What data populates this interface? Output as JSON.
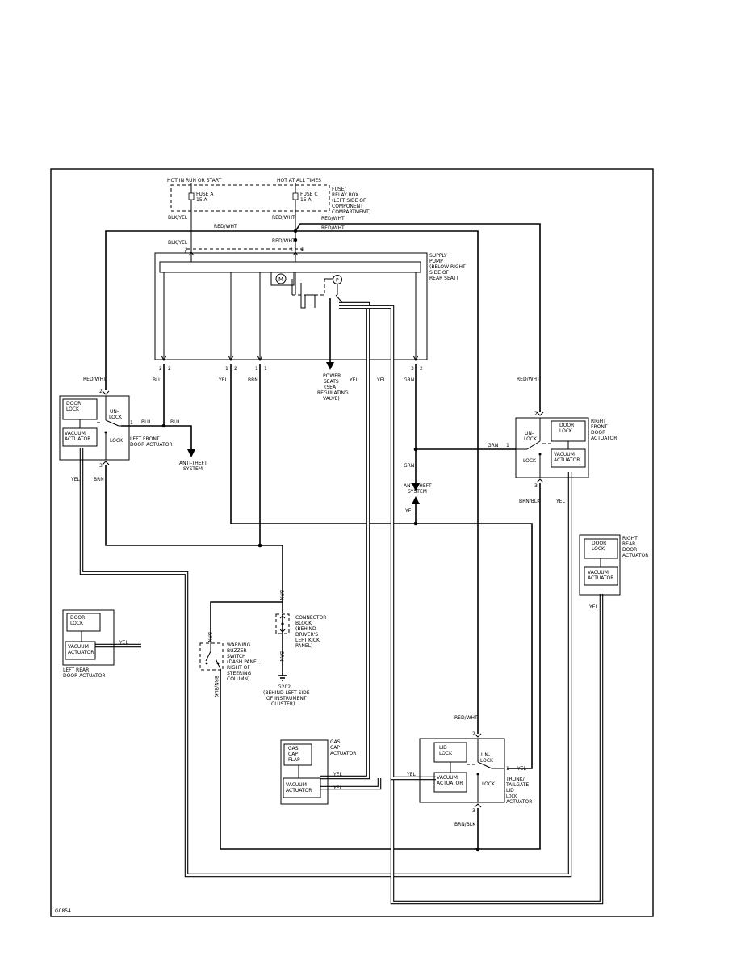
{
  "labels": {
    "hot_run_start": "HOT IN RUN OR START",
    "hot_all_times": "HOT AT ALL TIMES",
    "fuse_a": [
      "FUSE A",
      "15 A"
    ],
    "fuse_c": [
      "FUSE C",
      "15 A"
    ],
    "fuse_box": [
      "FUSE/",
      "RELAY BOX",
      "(LEFT SIDE OF",
      "COMPONENT",
      "COMPARTMENT)"
    ],
    "supply_pump": [
      "SUPPLY",
      "PUMP",
      "(BELOW RIGHT",
      "SIDE OF",
      "REAR SEAT)"
    ],
    "power_seats": [
      "POWER",
      "SEATS",
      "(SEAT",
      "REGULATING",
      "VALVE)"
    ],
    "door_lock": [
      "DOOR",
      "LOCK"
    ],
    "vacuum_actuator": [
      "VACUUM",
      "ACTUATOR"
    ],
    "unlock": [
      "UN-",
      "LOCK"
    ],
    "lock": "LOCK",
    "left_front_door_actuator": [
      "LEFT FRONT",
      "DOOR ACTUATOR"
    ],
    "right_front_door_actuator": [
      "RIGHT",
      "FRONT",
      "DOOR",
      "ACTUATOR"
    ],
    "right_rear_door_actuator": [
      "RIGHT",
      "REAR",
      "DOOR",
      "ACTUATOR"
    ],
    "left_rear_door_actuator": [
      "LEFT REAR",
      "DOOR ACTUATOR"
    ],
    "anti_theft_left": [
      "ANTI-THEFT",
      "SYSTEM"
    ],
    "anti_theft_center": [
      "ANTI-THEFT",
      "SYSTEM"
    ],
    "connector_block": [
      "CONNECTOR",
      "BLOCK",
      "(BEHIND",
      "DRIVER'S",
      "LEFT KICK",
      "PANEL)"
    ],
    "warning_buzzer": [
      "WARNING",
      "BUZZER",
      "SWITCH",
      "(DASH PANEL,",
      "RIGHT OF",
      "STEERING",
      "COLUMN)"
    ],
    "ground": [
      "G202",
      "(BEHIND LEFT SIDE",
      "OF INSTRUMENT",
      "CLUSTER)"
    ],
    "gas_cap_flap": [
      "GAS",
      "CAP",
      "FLAP"
    ],
    "gas_cap_actuator": [
      "GAS",
      "CAP",
      "ACTUATOR"
    ],
    "lid_lock": [
      "LID",
      "LOCK"
    ],
    "trunk_actuator": [
      "TRUNK/",
      "TAILGATE",
      "LID",
      "LOCK",
      "ACTUATOR"
    ],
    "fig_id": "G0854",
    "motor": "M",
    "pressure": "P"
  },
  "wires": {
    "blk_yel": "BLK/YEL",
    "red_wht": "RED/WHT",
    "blu": "BLU",
    "yel": "YEL",
    "brn": "BRN",
    "grn": "GRN",
    "brn_blk": "BRN/BLK"
  },
  "pins": {
    "p1": "1",
    "p2": "2",
    "p3": "3"
  }
}
